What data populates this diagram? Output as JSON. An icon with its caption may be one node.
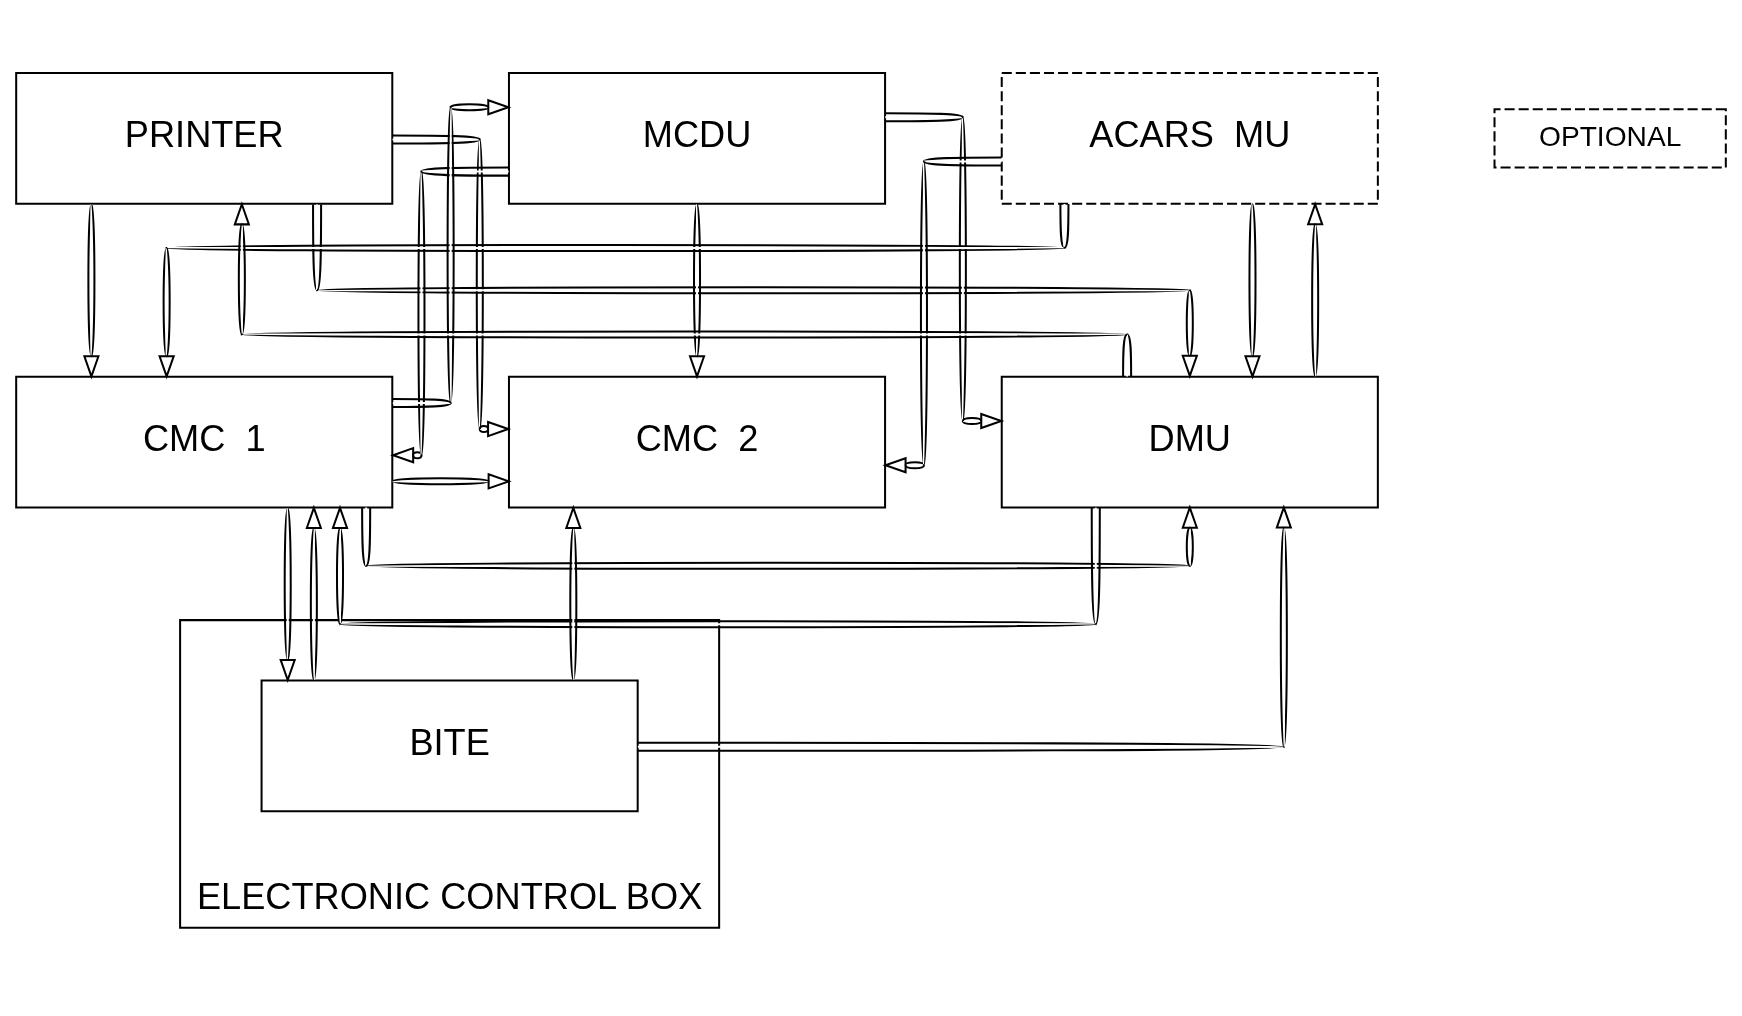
{
  "diagram": {
    "nodes": [
      {
        "text": [
          "PRINTER"
        ]
      },
      {
        "text": [
          "MCDU"
        ]
      },
      {
        "text": [
          "ACARS  MU"
        ]
      },
      {
        "text": [
          "CMC  1"
        ]
      },
      {
        "text": [
          "CMC  2"
        ]
      },
      {
        "text": [
          "DMU"
        ]
      },
      {
        "text": [
          "ELECTRONIC CONTROL BOX"
        ]
      },
      {
        "text": [
          "BITE"
        ],
        "in": 6
      }
    ],
    "edges": [
      {
        "from": 0,
        "to": 3,
        "arrow": "to"
      },
      {
        "from": 0,
        "to": 4,
        "arrow": "to"
      },
      {
        "from": 0,
        "to": 5,
        "arrow": "to"
      },
      {
        "from": 1,
        "to": 3,
        "arrow": "to"
      },
      {
        "from": 1,
        "to": 4,
        "arrow": "to"
      },
      {
        "from": 1,
        "to": 5,
        "arrow": "to"
      },
      {
        "from": 2,
        "to": 3,
        "arrow": "to"
      },
      {
        "from": 2,
        "to": 4,
        "arrow": "to"
      },
      {
        "from": 2,
        "to": 5,
        "arrow": "to"
      },
      {
        "from": 3,
        "to": 1,
        "arrow": "to"
      },
      {
        "from": 5,
        "to": 0,
        "arrow": "to"
      },
      {
        "from": 5,
        "to": 2,
        "arrow": "to"
      },
      {
        "from": 3,
        "to": 5,
        "arrow": "to"
      },
      {
        "from": 3,
        "to": 4,
        "arrow": "to"
      },
      {
        "from": 5,
        "to": 3,
        "arrow": "to"
      },
      {
        "from": 3,
        "to": 7,
        "arrow": "to"
      },
      {
        "from": 7,
        "to": 3,
        "arrow": "to"
      },
      {
        "from": 7,
        "to": 4,
        "arrow": "to"
      },
      {
        "from": 7,
        "to": 5,
        "arrow": "to"
      }
    ],
    "legend": [
      {
        "text": "OPTIONAL"
      }
    ]
  }
}
